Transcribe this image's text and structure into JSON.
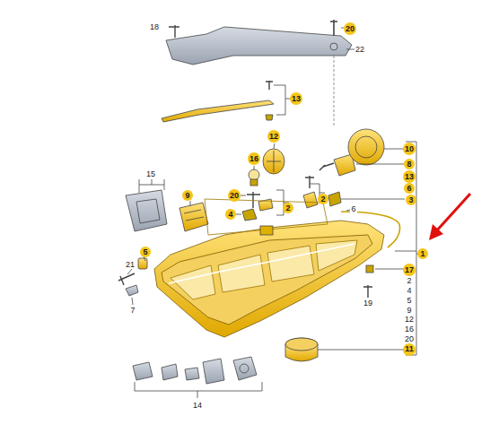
{
  "diagram": {
    "labels": [
      "18",
      "20",
      "22",
      "13",
      "12",
      "10",
      "8",
      "13",
      "6",
      "16",
      "15",
      "9",
      "20",
      "2",
      "2",
      "3",
      "6",
      "4",
      "1",
      "5",
      "21",
      "7",
      "17",
      "2",
      "4",
      "5",
      "9",
      "12",
      "16",
      "20",
      "11",
      "19",
      "14"
    ]
  }
}
